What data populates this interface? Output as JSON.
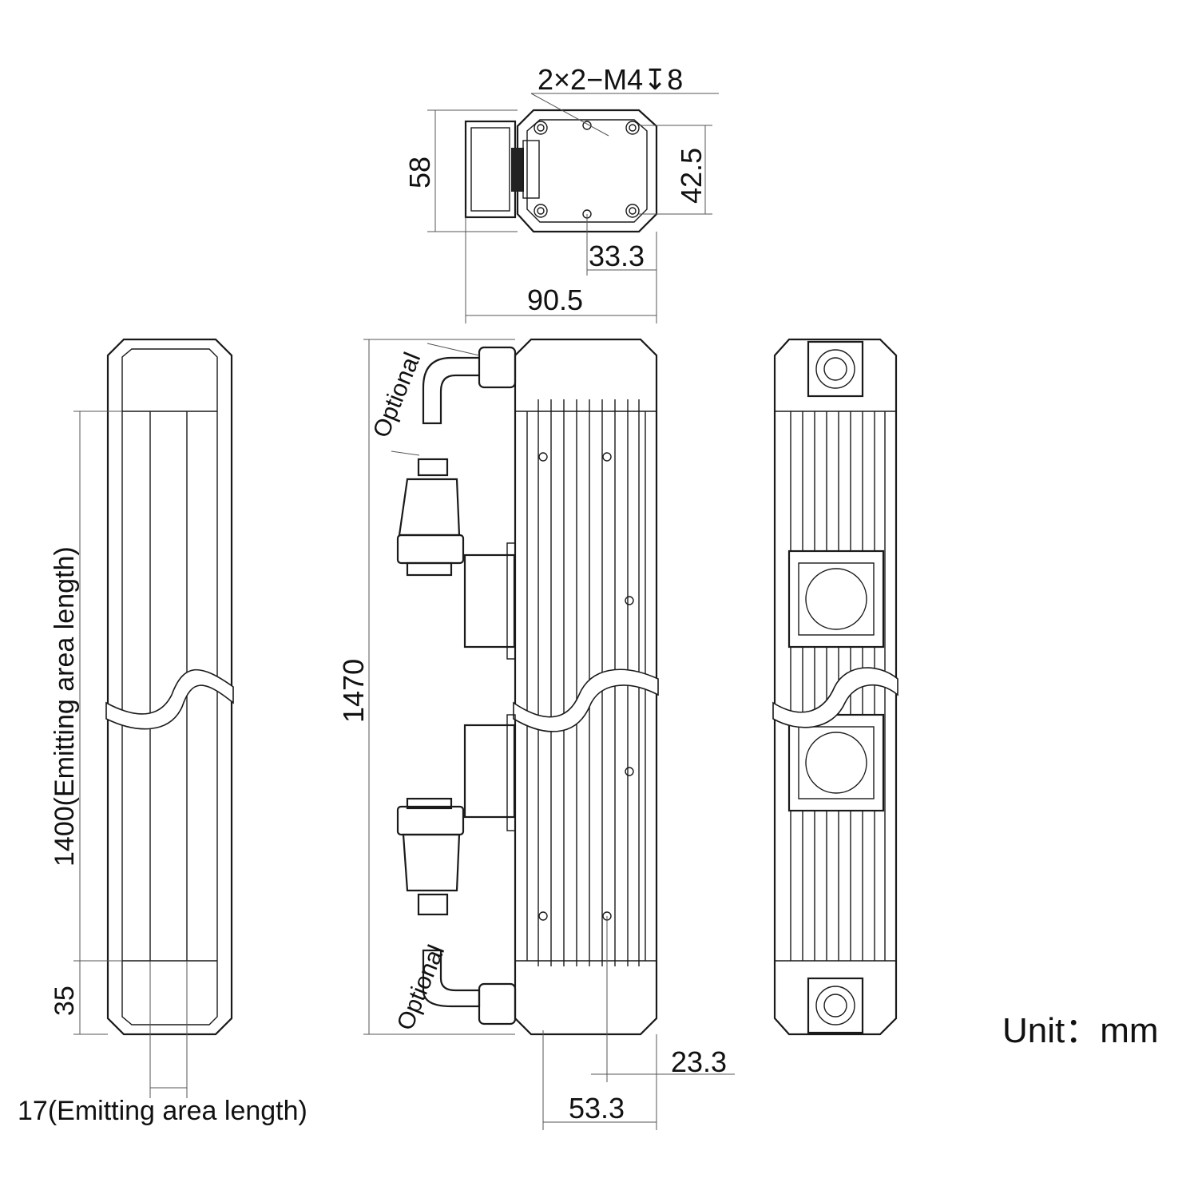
{
  "drawing": {
    "top_view": {
      "hole_callout": "2×2−M4↧8",
      "height_dim": "58",
      "hole_spacing_dim": "42.5",
      "hole_offset_dim": "33.3",
      "width_dim": "90.5"
    },
    "front_view": {
      "optional_label_top": "Optional",
      "optional_label_bottom": "Optional",
      "total_length_dim": "1470",
      "offset_dim": "23.3",
      "depth_dim": "53.3"
    },
    "side_view": {
      "emitting_length_dim": "1400(Emitting area length)",
      "end_dim": "35",
      "emitting_width_dim": "17(Emitting area length)"
    },
    "unit_label": "Unit：mm"
  }
}
